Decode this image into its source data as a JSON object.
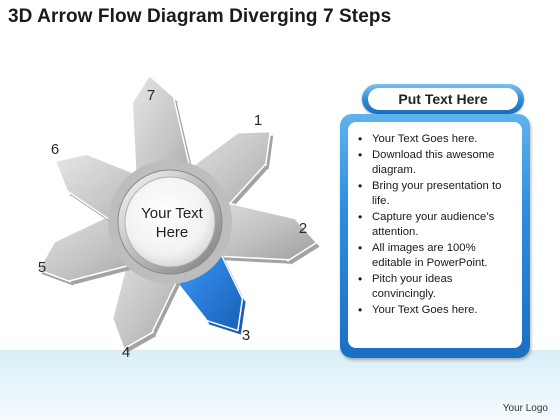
{
  "title": "3D Arrow Flow Diagram Diverging 7 Steps",
  "diagram": {
    "center_text_line1": "Your Text",
    "center_text_line2": "Here",
    "steps": [
      {
        "number": "1",
        "highlighted": false
      },
      {
        "number": "2",
        "highlighted": false
      },
      {
        "number": "3",
        "highlighted": true
      },
      {
        "number": "4",
        "highlighted": false
      },
      {
        "number": "5",
        "highlighted": false
      },
      {
        "number": "6",
        "highlighted": false
      },
      {
        "number": "7",
        "highlighted": false
      }
    ],
    "colors": {
      "arrow": "#c9c9c9",
      "arrow_dark": "#a3a3a3",
      "highlight": "#2f86e3",
      "highlight_dark": "#1b5fb4"
    }
  },
  "panel": {
    "heading": "Put Text Here",
    "bullets": [
      "Your Text Goes here.",
      "Download this awesome diagram.",
      "Bring your presentation to life.",
      "Capture your audience’s attention.",
      "All images are 100% editable in PowerPoint.",
      "Pitch your ideas convincingly.",
      "Your Text Goes here."
    ]
  },
  "logo": "Your Logo"
}
